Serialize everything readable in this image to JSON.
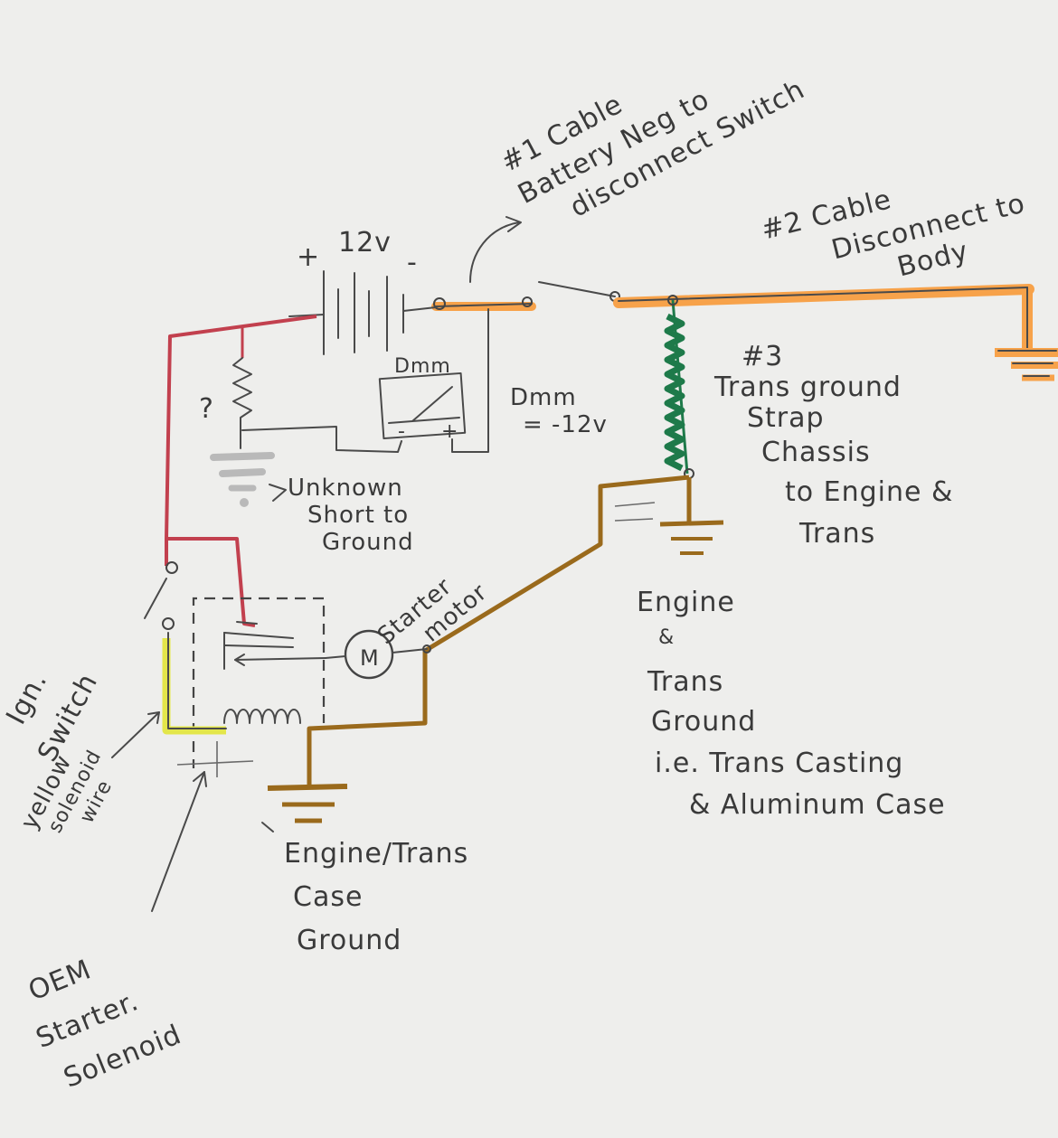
{
  "labels": {
    "battery_voltage": "12v",
    "battery_plus": "+",
    "battery_minus": "-",
    "cable1_line1": "#1 Cable",
    "cable1_line2": "Battery Neg to",
    "cable1_line3": "disconnect Switch",
    "cable2_line1": "#2 Cable",
    "cable2_line2": "Disconnect to",
    "cable2_line3": "Body",
    "strap_line1": "#3",
    "strap_line2": "Trans ground",
    "strap_line3": "Strap",
    "strap_line4": "Chassis",
    "strap_line5": "to Engine &",
    "strap_line6": "Trans",
    "dmm_box": "Dmm",
    "dmm_minus": "-",
    "dmm_plus": "+",
    "dmm_reading_line1": "Dmm",
    "dmm_reading_line2": "= -12v",
    "unknown_mark": "?",
    "short_line1": "Unknown",
    "short_line2": "Short to",
    "short_line3": "Ground",
    "starter_line1": "Starter",
    "starter_line2": "motor",
    "motor_symbol": "M",
    "ign_line1": "Ign.",
    "ign_line2": "Switch",
    "yellow_line1": "yellow",
    "yellow_line2": "solenoid",
    "yellow_line3": "wire",
    "oem_line1": "OEM",
    "oem_line2": "Starter.",
    "oem_line3": "Solenoid",
    "case_ground_line1": "Engine/Trans",
    "case_ground_line2": "Case",
    "case_ground_line3": "Ground",
    "eng_ground_line1": "Engine",
    "eng_ground_line2": "&",
    "eng_ground_line3": "Trans",
    "eng_ground_line4": "Ground",
    "eng_ground_line5": "i.e. Trans Casting",
    "eng_ground_line6": "& Aluminum Case"
  },
  "colors": {
    "paper": "#e9e8e6",
    "pencil": "#4a4a4a",
    "orange_cable": "#f7a24a",
    "red_wire": "#c2404e",
    "green_strap": "#1e7a4a",
    "brown_ground": "#9a6a1c",
    "yellow_wire": "#e3e64a",
    "silver_short": "#b9b9b9"
  }
}
